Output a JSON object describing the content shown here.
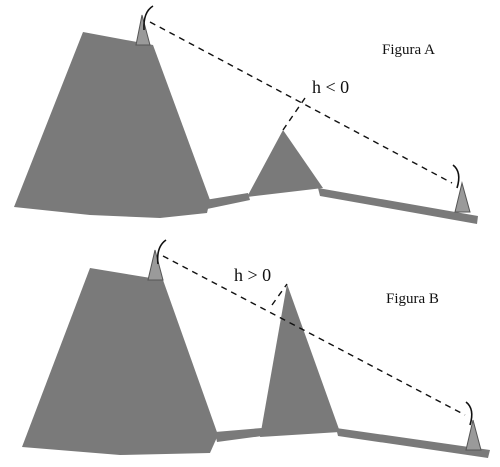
{
  "figure_a": {
    "label": "Figura A",
    "h_label": "h < 0"
  },
  "figure_b": {
    "label": "Figura B",
    "h_label": "h > 0"
  },
  "colors": {
    "terrain": "#7a7a7a",
    "antenna": "#9a9a9a",
    "lines": "#111111",
    "background": "#ffffff"
  }
}
